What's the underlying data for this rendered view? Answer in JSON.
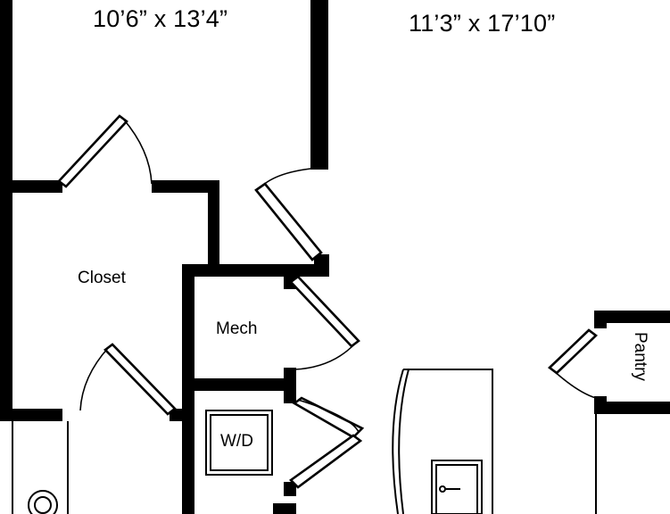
{
  "rooms": {
    "bedroom": {
      "dimensions": "10’6” x 13’4”"
    },
    "living": {
      "dimensions": "11’3” x 17’10”"
    },
    "closet": {
      "label": "Closet"
    },
    "mech": {
      "label": "Mech"
    },
    "washer_dryer": {
      "label": "W/D"
    },
    "pantry": {
      "label": "Pantry"
    }
  },
  "colors": {
    "walls": "#000000",
    "background": "#ffffff"
  }
}
